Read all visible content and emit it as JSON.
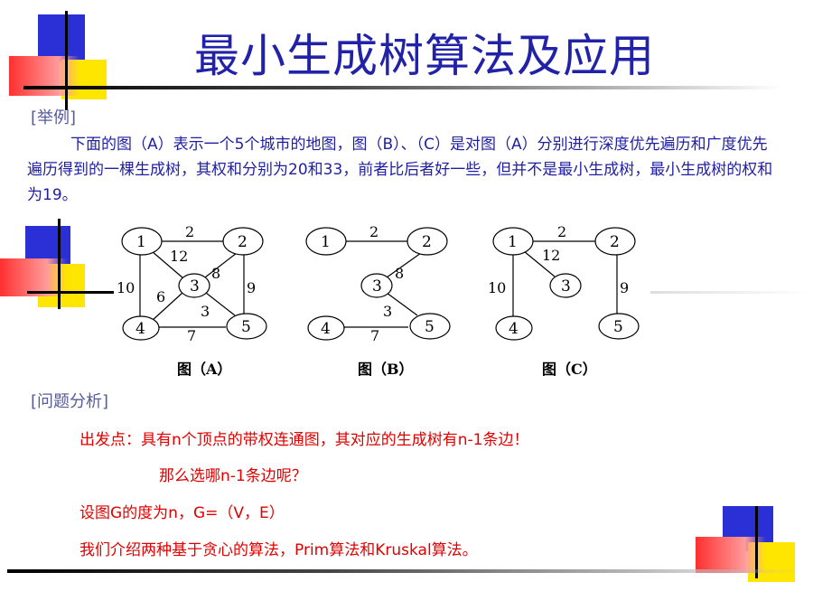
{
  "title": "最小生成树算法及应用",
  "example_section": {
    "label": "[举例]",
    "paragraph": "下面的图（A）表示一个5个城市的地图，图（B）、（C）是对图（A）分别进行深度优先遍历和广度优先遍历得到的一棵生成树，其权和分别为20和33，前者比后者好一些，但并不是最小生成树，最小生成树的权和为19。"
  },
  "graphs": [
    {
      "caption": "图（A）",
      "nodes": [
        "1",
        "2",
        "3",
        "4",
        "5"
      ],
      "edges": [
        {
          "from": "1",
          "to": "2",
          "weight": "2"
        },
        {
          "from": "1",
          "to": "3",
          "weight": "12"
        },
        {
          "from": "2",
          "to": "3",
          "weight": "8"
        },
        {
          "from": "1",
          "to": "4",
          "weight": "10"
        },
        {
          "from": "2",
          "to": "5",
          "weight": "9"
        },
        {
          "from": "3",
          "to": "4",
          "weight": "6"
        },
        {
          "from": "3",
          "to": "5",
          "weight": "3"
        },
        {
          "from": "4",
          "to": "5",
          "weight": "7"
        }
      ]
    },
    {
      "caption": "图（B）",
      "nodes": [
        "1",
        "2",
        "3",
        "4",
        "5"
      ],
      "edges": [
        {
          "from": "1",
          "to": "2",
          "weight": "2"
        },
        {
          "from": "2",
          "to": "3",
          "weight": "8"
        },
        {
          "from": "3",
          "to": "5",
          "weight": "3"
        },
        {
          "from": "4",
          "to": "5",
          "weight": "7"
        }
      ]
    },
    {
      "caption": "图（C）",
      "nodes": [
        "1",
        "2",
        "3",
        "4",
        "5"
      ],
      "edges": [
        {
          "from": "1",
          "to": "2",
          "weight": "2"
        },
        {
          "from": "1",
          "to": "3",
          "weight": "12"
        },
        {
          "from": "1",
          "to": "4",
          "weight": "10"
        },
        {
          "from": "2",
          "to": "5",
          "weight": "9"
        }
      ]
    }
  ],
  "analysis_section": {
    "label": "[问题分析]",
    "lines": [
      "出发点：具有n个顶点的带权连通图，其对应的生成树有n-1条边！",
      "那么选哪n-1条边呢？",
      "设图G的度为n，G=（V，E）",
      "我们介绍两种基于贪心的算法，Prim算法和Kruskal算法。"
    ]
  },
  "colors": {
    "title": "#2222a8",
    "body_text": "#1f1fa0",
    "highlight_text": "#e00000",
    "deco_blue": "#2b2fd6",
    "deco_red": "#ff3030",
    "deco_yellow": "#ffe600"
  }
}
